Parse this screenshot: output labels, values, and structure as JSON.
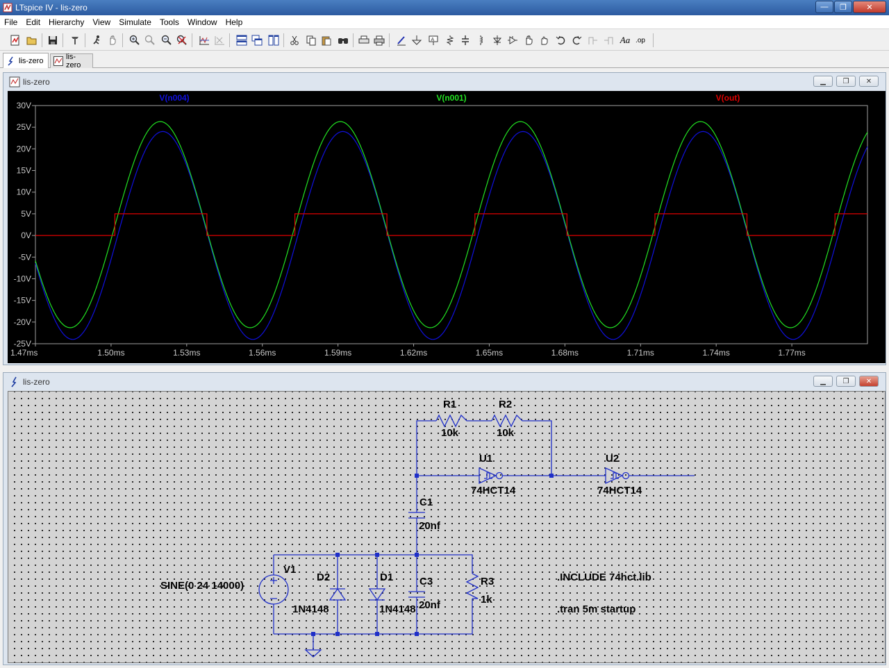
{
  "window": {
    "title": "LTspice IV - lis-zero",
    "minimize_symbol": "—",
    "maximize_symbol": "❐",
    "close_symbol": "✕"
  },
  "menu": [
    "File",
    "Edit",
    "Hierarchy",
    "View",
    "Simulate",
    "Tools",
    "Window",
    "Help"
  ],
  "toolbar_icons": [
    "new-schematic-icon",
    "open-icon",
    "save-icon",
    "control-panel-icon",
    "run-icon",
    "halt-icon",
    "zoom-in-icon",
    "zoom-box-icon",
    "zoom-out-icon",
    "zoom-fit-icon",
    "autorange-icon",
    "delete-traces-icon",
    "tile-horizontal-icon",
    "cascade-icon",
    "tile-vertical-icon",
    "cut-icon",
    "copy-icon",
    "paste-icon",
    "find-icon",
    "print-preview-icon",
    "print-icon",
    "draw-wire-icon",
    "ground-icon",
    "label-net-icon",
    "resistor-icon",
    "capacitor-icon",
    "inductor-icon",
    "diode-icon",
    "component-icon",
    "move-icon",
    "drag-icon",
    "undo-icon",
    "redo-icon",
    "rotate-icon",
    "mirror-icon",
    "text-icon",
    "spice-directive-icon"
  ],
  "toolbar_glyphs": [
    "Aa",
    ".op"
  ],
  "tabs": [
    {
      "label": "lis-zero",
      "kind": "schematic"
    },
    {
      "label": "lis-zero",
      "kind": "waveform"
    }
  ],
  "waveform_window": {
    "title": "lis-zero",
    "legend": [
      {
        "label": "V(n004)",
        "color": "#1010e0"
      },
      {
        "label": "V(n001)",
        "color": "#22e322"
      },
      {
        "label": "V(out)",
        "color": "#e00000"
      }
    ]
  },
  "chart_data": {
    "type": "line",
    "title": "",
    "xlabel": "",
    "ylabel": "",
    "xlim": [
      1.47,
      1.8
    ],
    "ylim": [
      -25,
      30
    ],
    "x_unit": "ms",
    "y_ticks": [
      "30V",
      "25V",
      "20V",
      "15V",
      "10V",
      "5V",
      "0V",
      "-5V",
      "-10V",
      "-15V",
      "-20V",
      "-25V"
    ],
    "y_tick_values": [
      30,
      25,
      20,
      15,
      10,
      5,
      0,
      -5,
      -10,
      -15,
      -20,
      -25
    ],
    "x_ticks": [
      "1.47ms",
      "1.50ms",
      "1.53ms",
      "1.56ms",
      "1.59ms",
      "1.62ms",
      "1.65ms",
      "1.68ms",
      "1.71ms",
      "1.74ms",
      "1.77ms"
    ],
    "x_tick_values": [
      1.47,
      1.5,
      1.53,
      1.56,
      1.59,
      1.62,
      1.65,
      1.68,
      1.71,
      1.74,
      1.77
    ],
    "series": [
      {
        "name": "V(n004)",
        "color": "#1010e0",
        "shape": "sine",
        "amplitude": 24,
        "offset": 0,
        "period_ms": 0.0714286,
        "peak_at_ms": 1.5205
      },
      {
        "name": "V(n001)",
        "color": "#22e322",
        "shape": "sine",
        "amplitude": 23.8,
        "offset": 2.5,
        "period_ms": 0.0714286,
        "peak_at_ms": 1.5195
      },
      {
        "name": "V(out)",
        "color": "#e00000",
        "shape": "square",
        "high": 5,
        "low": 0,
        "rising_edges_ms": [
          1.5015,
          1.5729,
          1.6443,
          1.7157,
          1.7871
        ],
        "falling_edges_ms": [
          1.538,
          1.6094,
          1.6808,
          1.7522
        ]
      }
    ],
    "grid": false,
    "legend_position": "top"
  },
  "schematic_window": {
    "title": "lis-zero",
    "components": [
      {
        "ref": "R1",
        "value": "10k"
      },
      {
        "ref": "R2",
        "value": "10k"
      },
      {
        "ref": "U1",
        "value": "74HCT14"
      },
      {
        "ref": "U2",
        "value": "74HCT14"
      },
      {
        "ref": "C1",
        "value": "20nf"
      },
      {
        "ref": "V1",
        "value": "SINE(0 24 14000)"
      },
      {
        "ref": "D2",
        "value": "1N4148"
      },
      {
        "ref": "D1",
        "value": "1N4148"
      },
      {
        "ref": "C3",
        "value": "20nf"
      },
      {
        "ref": "R3",
        "value": "1k"
      }
    ],
    "directives": [
      ".INCLUDE 74hct.lib",
      ".tran 5m startup"
    ],
    "wire_color": "#1f2fc8"
  }
}
